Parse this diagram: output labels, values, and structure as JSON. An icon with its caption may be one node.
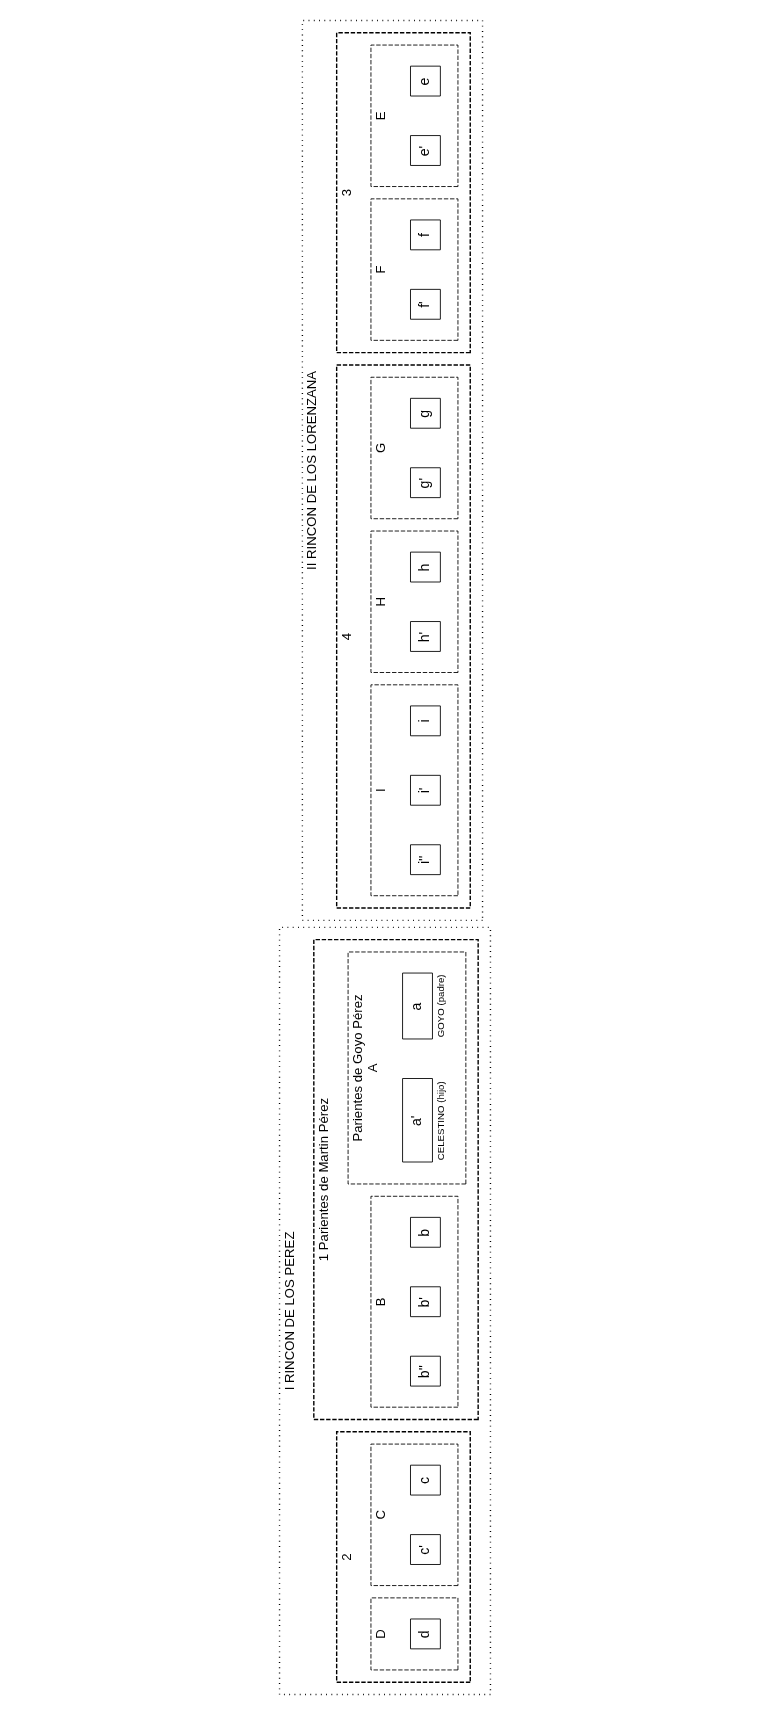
{
  "diagram": {
    "nodes": [
      {
        "text": [
          "I RINCON DE LOS PEREZ"
        ]
      },
      {
        "text": [
          "1 Parientes de Martin Pérez"
        ],
        "in": 0
      },
      {
        "text": [
          "Parientes de Goyo Pérez",
          "A"
        ],
        "in": 1
      },
      {
        "text": [
          "a"
        ],
        "in": 2,
        "beside": [
          "GOYO (padre)"
        ]
      },
      {
        "text": [
          "a'"
        ],
        "in": 2,
        "beside": [
          "CELESTINO (hijo)"
        ]
      },
      {
        "text": [
          "B"
        ],
        "in": 1
      },
      {
        "text": [
          "b"
        ],
        "in": 5
      },
      {
        "text": [
          "b'"
        ],
        "in": 5
      },
      {
        "text": [
          "b''"
        ],
        "in": 5
      },
      {
        "text": [
          "2"
        ],
        "in": 0
      },
      {
        "text": [
          "C"
        ],
        "in": 9
      },
      {
        "text": [
          "c"
        ],
        "in": 10
      },
      {
        "text": [
          "c'"
        ],
        "in": 10
      },
      {
        "text": [
          "D"
        ],
        "in": 9
      },
      {
        "text": [
          "d"
        ],
        "in": 13
      },
      {
        "text": [
          "II RINCON DE LOS LORENZANA"
        ]
      },
      {
        "text": [
          "3"
        ],
        "in": 15
      },
      {
        "text": [
          "E"
        ],
        "in": 16
      },
      {
        "text": [
          "e"
        ],
        "in": 17
      },
      {
        "text": [
          "e'"
        ],
        "in": 17
      },
      {
        "text": [
          "F"
        ],
        "in": 16
      },
      {
        "text": [
          "f"
        ],
        "in": 20
      },
      {
        "text": [
          "f'"
        ],
        "in": 20
      },
      {
        "text": [
          "4"
        ],
        "in": 15
      },
      {
        "text": [
          "G"
        ],
        "in": 23
      },
      {
        "text": [
          "g"
        ],
        "in": 24
      },
      {
        "text": [
          "g'"
        ],
        "in": 24
      },
      {
        "text": [
          "H"
        ],
        "in": 23
      },
      {
        "text": [
          "h"
        ],
        "in": 27
      },
      {
        "text": [
          "h'"
        ],
        "in": 27
      },
      {
        "text": [
          "I"
        ],
        "in": 23
      },
      {
        "text": [
          "i"
        ],
        "in": 30
      },
      {
        "text": [
          "i'"
        ],
        "in": 30
      },
      {
        "text": [
          "i''"
        ],
        "in": 30
      }
    ],
    "edges": []
  }
}
